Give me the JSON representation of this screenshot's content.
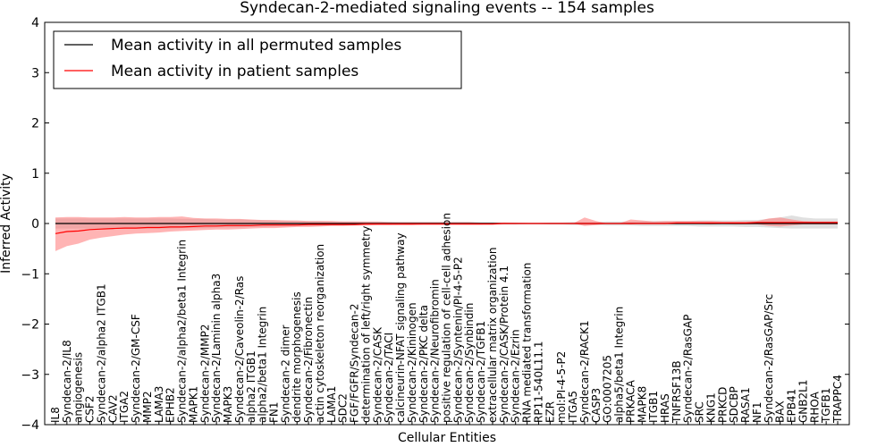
{
  "chart_data": {
    "type": "line",
    "title": "Syndecan-2-mediated signaling events -- 154 samples",
    "xlabel": "Cellular Entities",
    "ylabel": "Inferred Activity",
    "ylim": [
      -4,
      4
    ],
    "yticks": [
      -4,
      -3,
      -2,
      -1,
      0,
      1,
      2,
      3,
      4
    ],
    "grid": false,
    "legend_position": "top-left",
    "categories": [
      "IL8",
      "Syndecan-2/IL8",
      "angiogenesis",
      "CSF2",
      "Syndecan-2/alpha2 ITGB1",
      "CAV2",
      "ITGA2",
      "Syndecan-2/GM-CSF",
      "MMP2",
      "LAMA3",
      "EPHB2",
      "Syndecan-2/alpha2/beta1 Integrin",
      "MAPK1",
      "Syndecan-2/MMP2",
      "Syndecan-2/Laminin alpha3",
      "MAPK3",
      "Syndecan-2/Caveolin-2/Ras",
      "alpha2 ITGB1",
      "alpha2/beta1 Integrin",
      "FN1",
      "Syndecan-2 dimer",
      "dendrite morphogenesis",
      "Syndecan-2/Fibronectin",
      "actin cytoskeleton reorganization",
      "LAMA1",
      "SDC2",
      "FGF/FGFR/Syndecan-2",
      "determination of left/right symmetry",
      "Syndecan-2/CASK",
      "Syndecan-2/TACI",
      "calcineurin-NFAT signaling pathway",
      "Syndecan-2/Kininogen",
      "Syndecan-2/PKC delta",
      "Syndecan-2/Neurofibromin",
      "positive regulation of cell-cell adhesion",
      "Syndecan-2/Syntenin/PI-4-5-P2",
      "Syndecan-2/Synbindin",
      "Syndecan-2/TGFB1",
      "extracellular matrix organization",
      "Syndecan-2/CASK/Protein 4.1",
      "Syndecan-2/Ezrin",
      "RNA mediated transformation",
      "RP11-540L11.1",
      "EZR",
      "mol:PI-4-5-P2",
      "ITGA5",
      "Syndecan-2/RACK1",
      "CASP3",
      "GO:0007205",
      "alpha5/beta1 Integrin",
      "PRKACA",
      "MAPK8",
      "ITGB1",
      "HRAS",
      "TNFRSF13B",
      "Syndecan-2/RasGAP",
      "SRC",
      "KNG1",
      "PRKCD",
      "SDCBP",
      "RASA1",
      "NF1",
      "Syndecan-2/RasGAP/Src",
      "BAX",
      "EPB41",
      "GNB2L1",
      "RHOA",
      "TGFB1",
      "TRAPPC4"
    ],
    "series": [
      {
        "name": "Mean activity in all permuted samples",
        "color": "#000000",
        "values": [
          0,
          0,
          0,
          0,
          0,
          0,
          0,
          0,
          0,
          0,
          0,
          0,
          0,
          0,
          0,
          0,
          0,
          0,
          0,
          0,
          0,
          0,
          0,
          0,
          0,
          0,
          0,
          0,
          0,
          0,
          0,
          0,
          0,
          0,
          0,
          0,
          0,
          0,
          0,
          0,
          0,
          0,
          0,
          0,
          0,
          0,
          0,
          0,
          0,
          0,
          0,
          0,
          0,
          0,
          0,
          0,
          0,
          0,
          0,
          0,
          0,
          0,
          0,
          0,
          0,
          0,
          0,
          0,
          0
        ],
        "band_lower": [
          -0.1,
          -0.1,
          -0.1,
          -0.1,
          -0.1,
          -0.1,
          -0.1,
          -0.1,
          -0.1,
          -0.1,
          -0.1,
          -0.09,
          -0.09,
          -0.09,
          -0.08,
          -0.08,
          -0.08,
          -0.07,
          -0.07,
          -0.06,
          -0.06,
          -0.05,
          -0.05,
          -0.05,
          -0.04,
          -0.04,
          -0.04,
          -0.03,
          -0.03,
          -0.03,
          -0.02,
          -0.02,
          -0.02,
          -0.02,
          -0.02,
          -0.02,
          -0.02,
          -0.02,
          -0.02,
          -0.02,
          -0.02,
          -0.01,
          -0.01,
          -0.02,
          -0.02,
          -0.03,
          -0.03,
          -0.03,
          -0.04,
          -0.04,
          -0.04,
          -0.05,
          -0.05,
          -0.05,
          -0.05,
          -0.05,
          -0.06,
          -0.06,
          -0.06,
          -0.06,
          -0.07,
          -0.07,
          -0.08,
          -0.09,
          -0.1,
          -0.1,
          -0.1,
          -0.1,
          -0.1
        ],
        "band_upper": [
          0.1,
          0.1,
          0.1,
          0.1,
          0.1,
          0.1,
          0.1,
          0.1,
          0.1,
          0.1,
          0.1,
          0.09,
          0.09,
          0.09,
          0.08,
          0.08,
          0.08,
          0.07,
          0.07,
          0.06,
          0.06,
          0.05,
          0.05,
          0.05,
          0.04,
          0.04,
          0.04,
          0.03,
          0.03,
          0.03,
          0.02,
          0.02,
          0.02,
          0.02,
          0.02,
          0.02,
          0.02,
          0.02,
          0.02,
          0.02,
          0.02,
          0.01,
          0.01,
          0.02,
          0.02,
          0.03,
          0.03,
          0.03,
          0.04,
          0.04,
          0.04,
          0.05,
          0.05,
          0.05,
          0.05,
          0.05,
          0.06,
          0.06,
          0.06,
          0.06,
          0.07,
          0.07,
          0.09,
          0.12,
          0.16,
          0.12,
          0.1,
          0.1,
          0.1
        ],
        "band_color": "#bbbbbb"
      },
      {
        "name": "Mean activity in patient samples",
        "color": "#ff0000",
        "values": [
          -0.2,
          -0.16,
          -0.15,
          -0.12,
          -0.11,
          -0.1,
          -0.09,
          -0.09,
          -0.08,
          -0.08,
          -0.07,
          -0.07,
          -0.06,
          -0.05,
          -0.05,
          -0.04,
          -0.04,
          -0.04,
          -0.03,
          -0.03,
          -0.03,
          -0.03,
          -0.02,
          -0.02,
          -0.02,
          -0.02,
          -0.02,
          -0.01,
          -0.01,
          -0.01,
          -0.01,
          -0.01,
          -0.01,
          -0.01,
          -0.01,
          -0.01,
          -0.01,
          -0.01,
          -0.01,
          0,
          0,
          0,
          0,
          0,
          0,
          0,
          0,
          0,
          0,
          0,
          0,
          0,
          0,
          0,
          0.01,
          0.01,
          0.01,
          0.01,
          0.01,
          0.01,
          0.01,
          0.02,
          0.02,
          0.02,
          0.02,
          0.02,
          0.02,
          0.02,
          0.02
        ],
        "band_lower": [
          -0.55,
          -0.45,
          -0.4,
          -0.32,
          -0.28,
          -0.25,
          -0.22,
          -0.2,
          -0.19,
          -0.18,
          -0.16,
          -0.15,
          -0.14,
          -0.13,
          -0.12,
          -0.12,
          -0.11,
          -0.1,
          -0.09,
          -0.09,
          -0.08,
          -0.07,
          -0.07,
          -0.06,
          -0.05,
          -0.05,
          -0.04,
          -0.04,
          -0.03,
          -0.03,
          -0.03,
          -0.03,
          -0.02,
          -0.02,
          -0.02,
          -0.02,
          -0.02,
          -0.02,
          -0.01,
          -0.01,
          -0.01,
          0,
          0,
          0,
          0,
          0,
          -0.05,
          -0.03,
          0,
          0,
          -0.02,
          0,
          0,
          -0.01,
          -0.01,
          -0.01,
          -0.01,
          -0.02,
          -0.01,
          -0.02,
          -0.02,
          -0.02,
          -0.05,
          -0.06,
          -0.04,
          -0.02,
          -0.02,
          -0.02,
          -0.02
        ],
        "band_upper": [
          0.12,
          0.13,
          0.13,
          0.12,
          0.12,
          0.12,
          0.13,
          0.12,
          0.12,
          0.13,
          0.13,
          0.14,
          0.11,
          0.1,
          0.1,
          0.09,
          0.09,
          0.08,
          0.07,
          0.07,
          0.06,
          0.06,
          0.05,
          0.05,
          0.05,
          0.04,
          0.04,
          0.04,
          0.04,
          0.03,
          0.03,
          0.03,
          0.03,
          0.03,
          0.03,
          0.03,
          0.03,
          0.02,
          0.02,
          0.02,
          0.01,
          0.01,
          0,
          0,
          0,
          0,
          0.12,
          0.05,
          0,
          0,
          0.08,
          0.06,
          0.04,
          0.05,
          0.05,
          0.05,
          0.05,
          0.05,
          0.04,
          0.04,
          0.04,
          0.05,
          0.1,
          0.12,
          0.08,
          0.05,
          0.04,
          0.04,
          0.04
        ],
        "band_color": "#ff7777"
      }
    ]
  }
}
